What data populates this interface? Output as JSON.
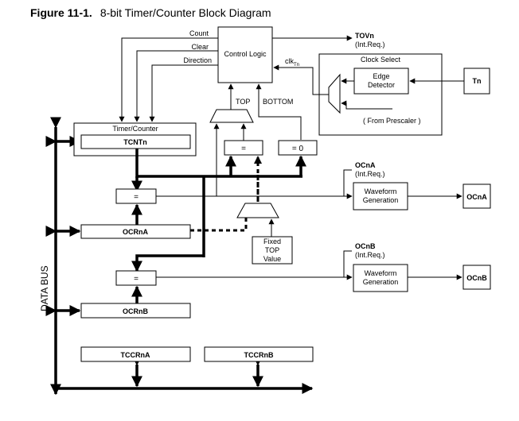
{
  "title": {
    "figure_label": "Figure 11-1.",
    "figure_caption": "8-bit Timer/Counter Block Diagram"
  },
  "diagram": {
    "control_logic": "Control Logic",
    "signals": {
      "count": "Count",
      "clear": "Clear",
      "direction": "Direction",
      "clk": "clk",
      "clk_sub": "Tn",
      "top": "TOP",
      "bottom": "BOTTOM"
    },
    "tov": {
      "name": "TOVn",
      "note": "(Int.Req.)"
    },
    "clock_select": {
      "title": "Clock Select",
      "edge_detector_line1": "Edge",
      "edge_detector_line2": "Detector",
      "prescaler": "( From Prescaler )",
      "tn": "Tn"
    },
    "timer_counter": {
      "title": "Timer/Counter",
      "register": "TCNTn"
    },
    "eq_symbol": "=",
    "eq_zero": "= 0",
    "ocra": {
      "register": "OCRnA",
      "flag": "OCnA",
      "note": "(Int.Req.)",
      "output": "OCnA"
    },
    "ocrb": {
      "register": "OCRnB",
      "flag": "OCnB",
      "note": "(Int.Req.)",
      "output": "OCnB"
    },
    "waveform_line1": "Waveform",
    "waveform_line2": "Generation",
    "fixed_top": {
      "line1": "Fixed",
      "line2": "TOP",
      "line3": "Value"
    },
    "tccra": "TCCRnA",
    "tccrb": "TCCRnB",
    "data_bus": "DATA BUS"
  }
}
